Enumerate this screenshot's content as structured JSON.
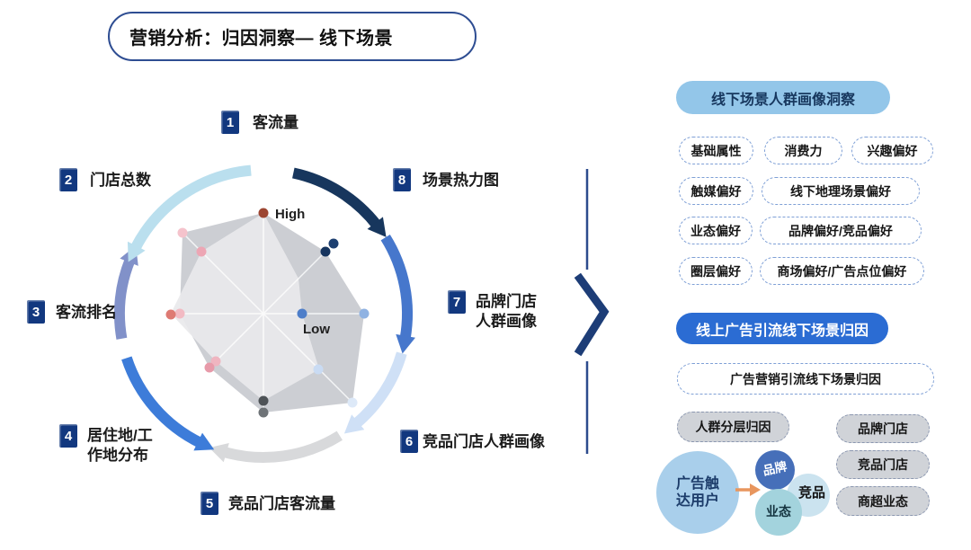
{
  "title": "营销分析：归因洞察— 线下场景",
  "radar": {
    "high_label": "High",
    "low_label": "Low",
    "items": [
      {
        "num": "1",
        "label": "客流量"
      },
      {
        "num": "2",
        "label": "门店总数"
      },
      {
        "num": "3",
        "label": "客流排名"
      },
      {
        "num": "4",
        "label": "居住地/工作地分布"
      },
      {
        "num": "5",
        "label": "竞品门店客流量"
      },
      {
        "num": "6",
        "label": "竞品门店人群画像"
      },
      {
        "num": "7",
        "label": "品牌门店人群画像"
      },
      {
        "num": "8",
        "label": "场景热力图"
      }
    ]
  },
  "right": {
    "header": "线下场景人群画像洞察",
    "tags": [
      "基础属性",
      "消费力",
      "兴趣偏好",
      "触媒偏好",
      "线下地理场景偏好",
      "业态偏好",
      "品牌偏好/竞品偏好",
      "圈层偏好",
      "商场偏好/广告点位偏好"
    ],
    "attribution_header": "线上广告引流线下场景归因",
    "attribution_tag": "广告营销引流线下场景归因",
    "segment_tag": "人群分层归因",
    "store_tags": [
      "品牌门店",
      "竞品门店",
      "商超业态"
    ],
    "venn": {
      "source": "广告触达用户",
      "brand": "品牌",
      "industry": "业态",
      "competitor": "竞品"
    }
  },
  "colors": {
    "accent_blue": "#2b6cd3",
    "header_light_blue": "#93c6e9",
    "navy": "#17365d",
    "ring_strong_blue": "#3d7cd9",
    "ring_cyan": "#badfee",
    "orange_arrow": "#e8965e"
  }
}
